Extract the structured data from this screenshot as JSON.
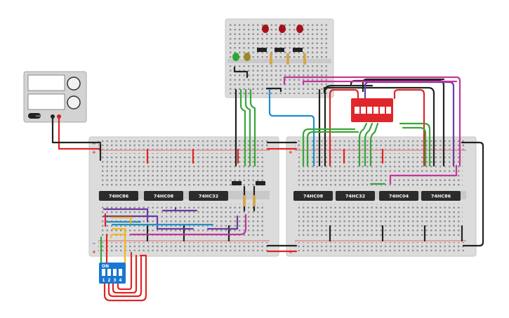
{
  "chips": {
    "left": [
      "74HC86",
      "74HC08",
      "74HC32"
    ],
    "right": [
      "74HC08",
      "74HC32",
      "74HC04",
      "74HC86"
    ]
  },
  "dip_switch_left": {
    "on_label": "ON",
    "numbers": [
      "1",
      "2",
      "3",
      "4"
    ]
  },
  "rails": {
    "plus": "+",
    "minus": "−"
  },
  "power_supply": {
    "button_label": "OFF"
  },
  "colors": {
    "board": "#dcdcdc",
    "red_wire": "#e02424",
    "black_wire": "#222222",
    "green_wire": "#3aa53a",
    "blue_wire": "#1e90c8",
    "purple_wire": "#6a3aa0",
    "magenta_wire": "#c2379a",
    "yellow_wire": "#f2b71c",
    "chip": "#2b2b2b",
    "dip_blue": "#1877d2",
    "dip_red": "#e0262b"
  }
}
